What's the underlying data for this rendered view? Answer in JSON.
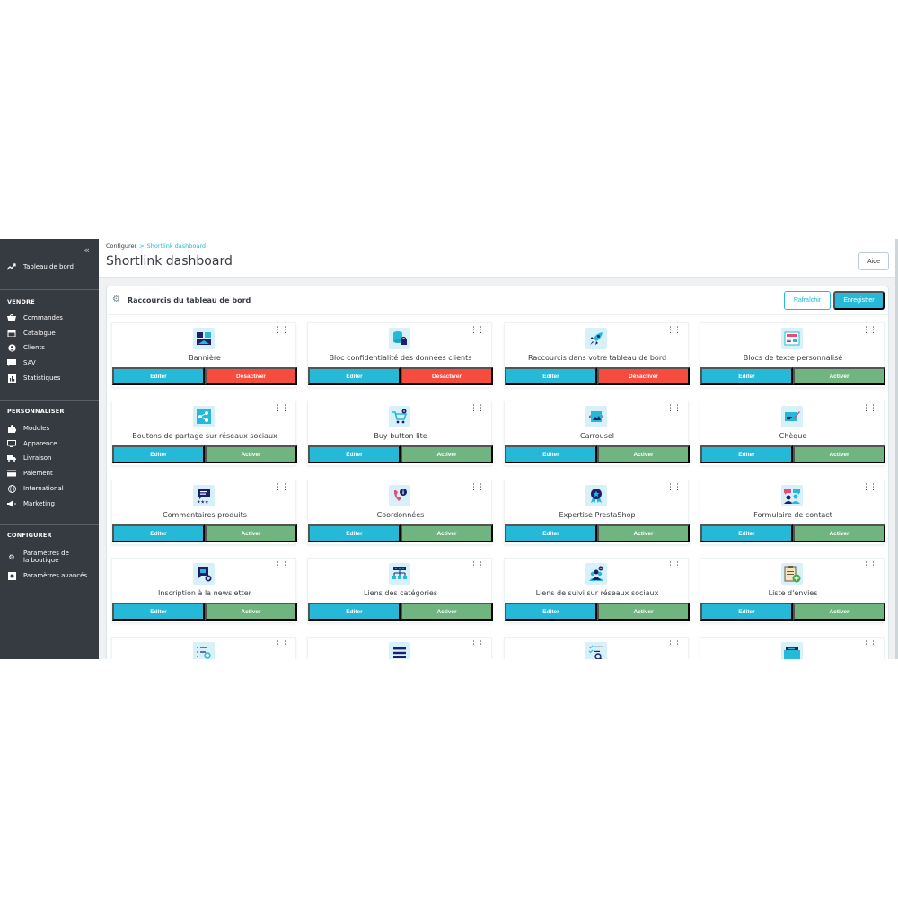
{
  "sidebar": {
    "collapse_icon": "double-chevron-left-icon",
    "dashboard": {
      "label": "Tableau de bord",
      "icon": "trending-up-icon"
    },
    "sections": [
      {
        "title": "VENDRE",
        "items": [
          {
            "label": "Commandes",
            "icon": "basket-icon"
          },
          {
            "label": "Catalogue",
            "icon": "store-icon"
          },
          {
            "label": "Clients",
            "icon": "user-circle-icon"
          },
          {
            "label": "SAV",
            "icon": "chat-icon"
          },
          {
            "label": "Statistiques",
            "icon": "chart-icon"
          }
        ]
      },
      {
        "title": "PERSONNALISER",
        "items": [
          {
            "label": "Modules",
            "icon": "puzzle-icon"
          },
          {
            "label": "Apparence",
            "icon": "monitor-icon"
          },
          {
            "label": "Livraison",
            "icon": "truck-icon"
          },
          {
            "label": "Paiement",
            "icon": "credit-card-icon"
          },
          {
            "label": "International",
            "icon": "globe-icon"
          },
          {
            "label": "Marketing",
            "icon": "megaphone-icon"
          }
        ]
      },
      {
        "title": "CONFIGURER",
        "items": [
          {
            "label": "Paramètres de la boutique",
            "icon": "gear-icon"
          },
          {
            "label": "Paramètres avancés",
            "icon": "settings-box-icon"
          }
        ]
      }
    ]
  },
  "header": {
    "breadcrumb": {
      "parent": "Configurer",
      "separator": ">",
      "current": "Shortlink dashboard"
    },
    "title": "Shortlink dashboard",
    "help_label": "Aide"
  },
  "panel": {
    "title": "Raccourcis du tableau de bord",
    "refresh_label": "Rafraîchir",
    "save_label": "Enregistrer"
  },
  "button_labels": {
    "edit": "Editer",
    "activate": "Activer",
    "deactivate": "Désactiver"
  },
  "colors": {
    "primary": "#25b9d7",
    "success": "#70b580",
    "danger": "#f54c3e",
    "sidebar": "#363a41"
  },
  "cards": [
    {
      "label": "Bannière",
      "icon": "banner-icon",
      "active": true
    },
    {
      "label": "Bloc confidentialité des données clients",
      "icon": "database-lock-icon",
      "active": true
    },
    {
      "label": "Raccourcis dans votre tableau de bord",
      "icon": "rocket-icon",
      "active": true
    },
    {
      "label": "Blocs de texte personnalisé",
      "icon": "text-blocks-icon",
      "active": false
    },
    {
      "label": "Boutons de partage sur réseaux sociaux",
      "icon": "share-icon",
      "active": false
    },
    {
      "label": "Buy button lite",
      "icon": "cart-icon",
      "active": false
    },
    {
      "label": "Carrousel",
      "icon": "carousel-icon",
      "active": false
    },
    {
      "label": "Chèque",
      "icon": "cheque-icon",
      "active": false
    },
    {
      "label": "Commentaires produits",
      "icon": "comment-stars-icon",
      "active": false
    },
    {
      "label": "Coordonnées",
      "icon": "phone-info-icon",
      "active": false
    },
    {
      "label": "Expertise PrestaShop",
      "icon": "award-icon",
      "active": false
    },
    {
      "label": "Formulaire de contact",
      "icon": "contact-chat-icon",
      "active": false
    },
    {
      "label": "Inscription à la newsletter",
      "icon": "newsletter-icon",
      "active": false
    },
    {
      "label": "Liens des catégories",
      "icon": "category-tree-icon",
      "active": false
    },
    {
      "label": "Liens de suivi sur réseaux sociaux",
      "icon": "social-follow-icon",
      "active": false
    },
    {
      "label": "Liste d'envies",
      "icon": "wishlist-clipboard-icon",
      "active": false
    },
    {
      "label": "",
      "icon": "link-list-icon",
      "active": false
    },
    {
      "label": "",
      "icon": "menu-lines-icon",
      "active": false
    },
    {
      "label": "",
      "icon": "checklist-search-icon",
      "active": false
    },
    {
      "label": "",
      "icon": "folder-card-icon",
      "active": false
    }
  ]
}
